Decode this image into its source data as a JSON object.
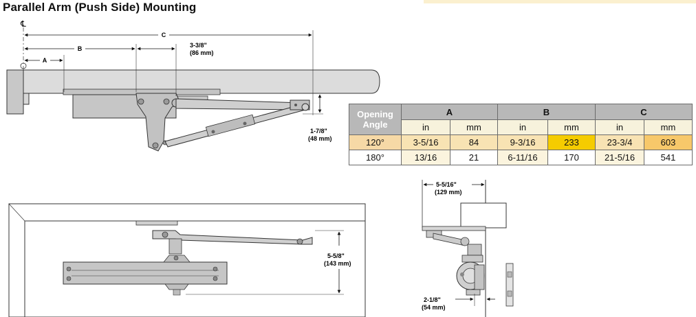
{
  "title": "Parallel Arm (Push Side) Mounting",
  "top_view": {
    "centerline_symbol": "℄",
    "dim_A": "A",
    "dim_B": "B",
    "dim_C": "C",
    "offset_in": "3-3/8\"",
    "offset_mm": "(86 mm)",
    "depth_in": "1-7/8\"",
    "depth_mm": "(48 mm)"
  },
  "table": {
    "header_angle": "Opening Angle",
    "groups": [
      "A",
      "B",
      "C"
    ],
    "units": [
      "in",
      "mm",
      "in",
      "mm",
      "in",
      "mm"
    ],
    "rows": [
      {
        "angle": "120°",
        "cells": [
          "3-5/16",
          "84",
          "9-3/16",
          "233",
          "23-3/4",
          "603"
        ]
      },
      {
        "angle": "180°",
        "cells": [
          "13/16",
          "21",
          "6-11/16",
          "170",
          "21-5/16",
          "541"
        ]
      }
    ]
  },
  "front_view": {
    "height_in": "5-5/8\"",
    "height_mm": "(143 mm)"
  },
  "side_view": {
    "width_in": "5-5/16\"",
    "width_mm": "(129 mm)",
    "offset_in": "2-1/8\"",
    "offset_mm": "(54 mm)"
  }
}
